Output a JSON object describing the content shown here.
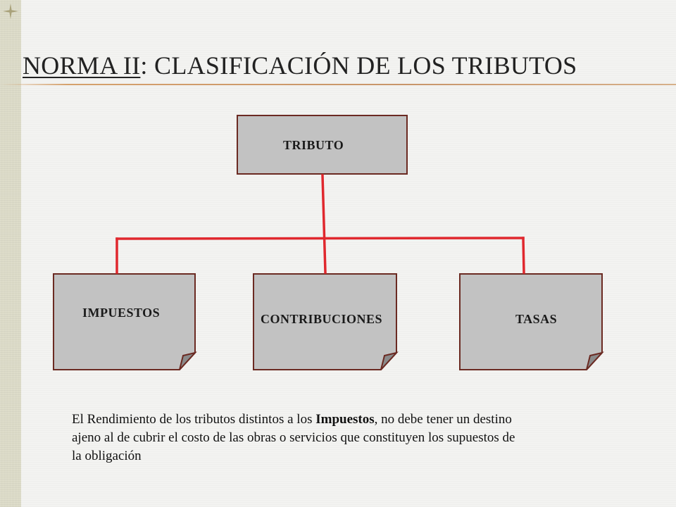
{
  "slide": {
    "title_prefix": "NORMA II",
    "title_rest": ": CLASIFICACIÓN DE LOS TRIBUTOS"
  },
  "diagram": {
    "root": "TRIBUTO",
    "children": [
      "IMPUESTOS",
      "CONTRIBUCIONES",
      "TASAS"
    ],
    "connector_color": "#e0282e",
    "box_fill": "#c2c2c2",
    "box_border": "#6b2a22"
  },
  "body": {
    "line1_before": "El Rendimiento de los tributos distintos a los ",
    "line1_bold": "Impuestos",
    "line1_after": ", no debe tener un destino",
    "line2": "ajeno al de cubrir el costo de las obras o servicios que constituyen los supuestos de",
    "line3": "la obligación"
  }
}
